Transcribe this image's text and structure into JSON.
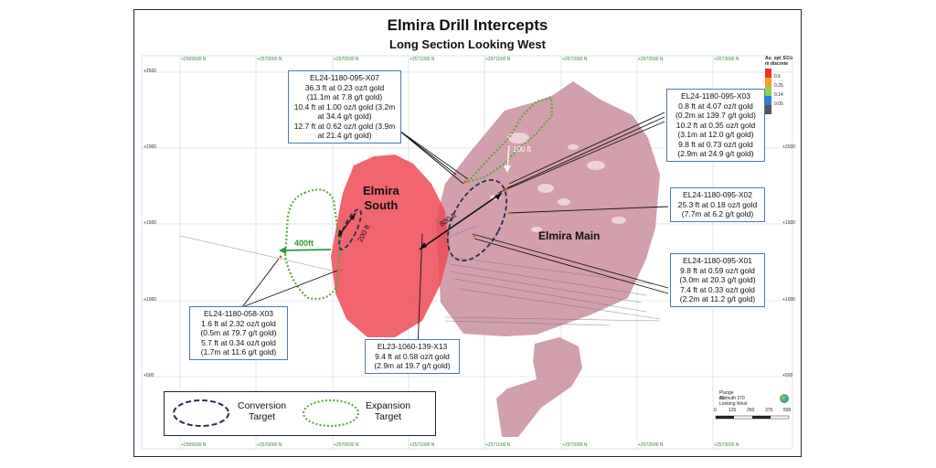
{
  "header": {
    "title": "Elmira Drill Intercepts",
    "subtitle": "Long Section Looking West"
  },
  "grid": {
    "northing_labels": [
      "+2569500 N",
      "+2570000 N",
      "+2570500 N",
      "+2571000 N",
      "+2571500 N",
      "+2572000 N",
      "+2572500 N",
      "+2573000 N"
    ],
    "elevation_labels": [
      "+2500",
      "+2000",
      "+1500",
      "+1000",
      "+500"
    ]
  },
  "bodies": {
    "south_label_1": "Elmira",
    "south_label_2": "South",
    "main_label": "Elmira Main",
    "color_south": "#ef4a55",
    "color_main": "#c88a9a"
  },
  "dimensions": {
    "d100": "100 ft",
    "d800": "800 ft",
    "d200": "200 ft",
    "d400": "400ft"
  },
  "callouts": {
    "x07": [
      "EL24-1180-095-X07",
      "36.3 ft at 0.23 oz/t gold",
      "(11.1m at 7.8 g/t gold)",
      "10.4 ft at 1.00 oz/t gold (3.2m",
      "at 34.4 g/t gold)",
      "12.7 ft at 0.62 oz/t gold (3.9m",
      "at 21.4 g/t gold)"
    ],
    "x03": [
      "EL24-1180-095-X03",
      "0.8 ft at 4.07 oz/t gold",
      "(0.2m at 139.7 g/t gold)",
      "10.2 ft at 0.35 oz/t gold",
      "(3.1m at 12.0 g/t gold)",
      "9.8 ft at 0.73 oz/t gold",
      "(2.9m at 24.9 g/t gold)"
    ],
    "x02": [
      "EL24-1180-095-X02",
      "25.3 ft at 0.18 oz/t gold",
      "(7.7m at 6.2 g/t gold)"
    ],
    "x01": [
      "EL24-1180-095-X01",
      "9.8 ft at 0.59 oz/t gold",
      "(3.0m at 20.3 g/t gold)",
      "7.4 ft at 0.33 oz/t gold",
      "(2.2m at 11.2 g/t gold)"
    ],
    "x13": [
      "EL23-1060-139-X13",
      "9.4 ft at 0.58 oz/t gold",
      "(2.9m at 19.7 g/t gold)"
    ],
    "x058": [
      "EL24-1180-058-X03",
      "1.6 ft at 2.32 oz/t gold",
      "(0.5m at 79.7 g/t gold)",
      "5.7 ft at 0.34 oz/t gold",
      "(1.7m at 11.6 g/t gold)"
    ]
  },
  "legend": {
    "conversion": "Conversion\nTarget",
    "expansion": "Expansion\nTarget",
    "conversion_color": "#1f3350",
    "expansion_color": "#5aaa3c"
  },
  "colorbar": {
    "title": "Au_opt_ECo\nm discrete",
    "labels": [
      "0.5",
      "0.25",
      "0.14",
      "0.05"
    ],
    "colors": [
      "#e8332b",
      "#f2a020",
      "#8ccf5a",
      "#2b7fd8",
      "#555555"
    ]
  },
  "scale": {
    "plunge": "Plunge 00",
    "azimuth": "Azimuth 270",
    "looking": "Looking West",
    "ticks": [
      "0",
      "125",
      "250",
      "375",
      "500"
    ]
  }
}
